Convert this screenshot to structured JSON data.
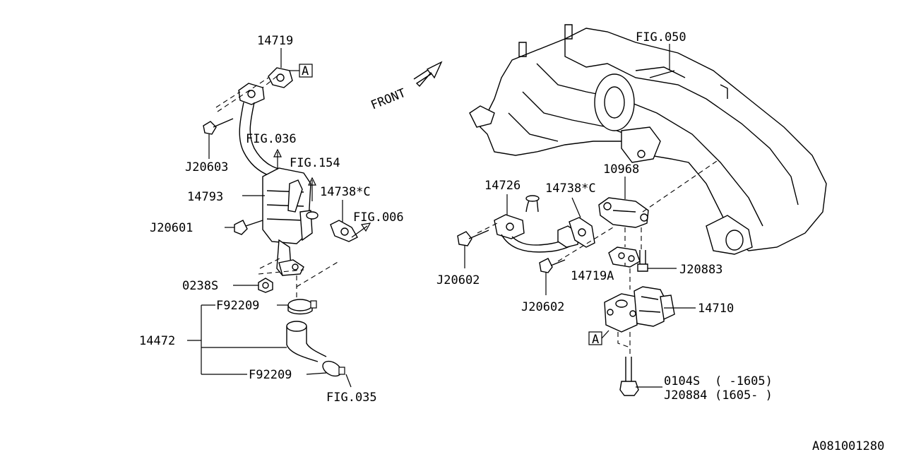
{
  "labels": {
    "p14719": "14719",
    "refA1": "A",
    "j20603": "J20603",
    "fig036": "FIG.036",
    "fig154": "FIG.154",
    "p14793": "14793",
    "p14738c1": "14738*C",
    "fig006": "FIG.006",
    "j20601": "J20601",
    "p0238s": "0238S",
    "f92209a": "F92209",
    "p14472": "14472",
    "f92209b": "F92209",
    "fig035": "FIG.035",
    "front": "FRONT",
    "fig050": "FIG.050",
    "p10968": "10968",
    "p14726": "14726",
    "p14738c2": "14738*C",
    "j20602a": "J20602",
    "j20602b": "J20602",
    "p14719a": "14719A",
    "j20883": "J20883",
    "p14710": "14710",
    "refA2": "A",
    "p0104s": "0104S",
    "p0104s_range": "(  -1605)",
    "j20884": "J20884",
    "j20884_range": "(1605-  )",
    "drawing_id": "A081001280"
  }
}
